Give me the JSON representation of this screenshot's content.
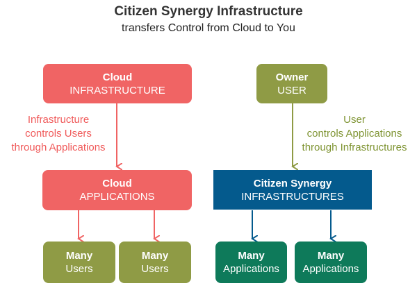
{
  "title": "Citizen Synergy Infrastructure",
  "subtitle": "transfers Control from Cloud to You",
  "left": {
    "top_box": {
      "line1": "Cloud",
      "line2": "INFRASTRUCTURE"
    },
    "edge_label": {
      "line1": "Infrastructure",
      "line2": "controls Users",
      "line3": "through Applications"
    },
    "middle_box": {
      "line1": "Cloud",
      "line2": "APPLICATIONS"
    },
    "leaves": [
      {
        "line1": "Many",
        "line2": "Users"
      },
      {
        "line1": "Many",
        "line2": "Users"
      }
    ]
  },
  "right": {
    "top_box": {
      "line1": "Owner",
      "line2": "USER"
    },
    "edge_label": {
      "line1": "User",
      "line2": "controls Applications",
      "line3": "through Infrastructures"
    },
    "middle_box": {
      "line1": "Citizen Synergy",
      "line2": "INFRASTRUCTURES"
    },
    "leaves": [
      {
        "line1": "Many",
        "line2": "Applications"
      },
      {
        "line1": "Many",
        "line2": "Applications"
      }
    ]
  },
  "colors": {
    "red": "#f06464",
    "olive": "#8f9b45",
    "blue": "#045a8d",
    "green": "#0e7a5a"
  }
}
